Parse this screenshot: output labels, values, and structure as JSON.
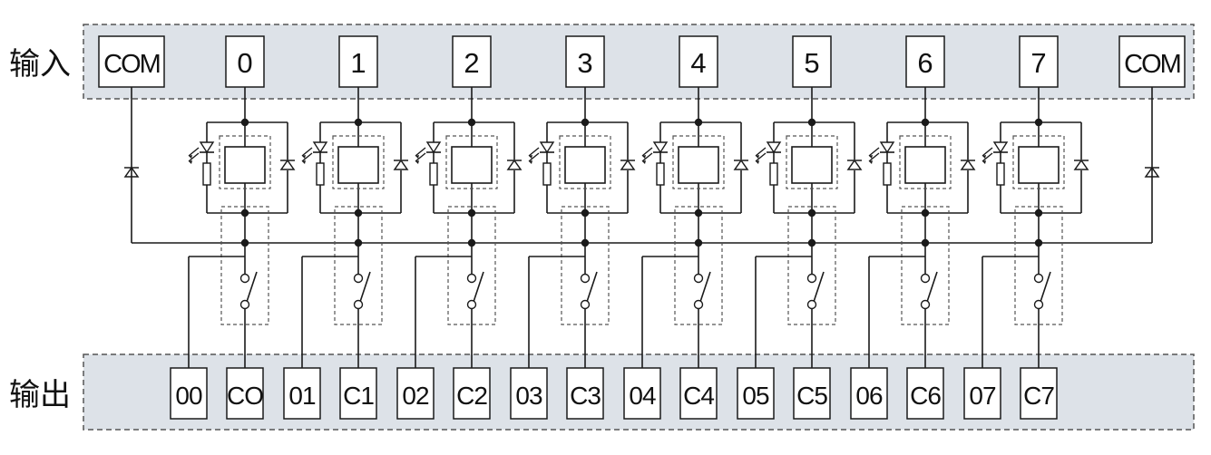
{
  "input": {
    "label": "输入",
    "terminals": [
      "COM",
      "0",
      "1",
      "2",
      "3",
      "4",
      "5",
      "6",
      "7",
      "COM"
    ]
  },
  "output": {
    "label": "输出",
    "terminals": [
      [
        "00",
        "CO"
      ],
      [
        "01",
        "C1"
      ],
      [
        "02",
        "C2"
      ],
      [
        "03",
        "C3"
      ],
      [
        "04",
        "C4"
      ],
      [
        "05",
        "C5"
      ],
      [
        "06",
        "C6"
      ],
      [
        "07",
        "C7"
      ]
    ]
  },
  "colors": {
    "panel": "#dde2e8",
    "line": "#1a1a1a",
    "dash": "#555555"
  }
}
